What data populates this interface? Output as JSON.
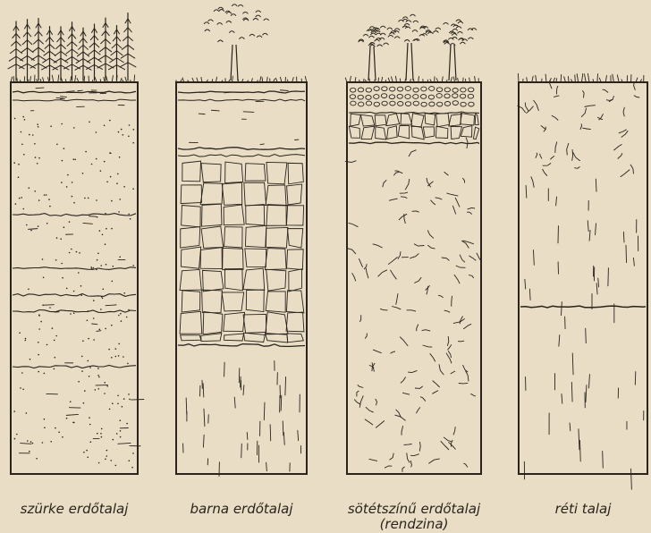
{
  "colors": {
    "paper": "#e9ddc6",
    "ink": "#2a241c"
  },
  "profiles": [
    {
      "caption": "szürke erdőtalaj",
      "subcaption": "",
      "vegetation": "conifer-forest"
    },
    {
      "caption": "barna erdőtalaj",
      "subcaption": "",
      "vegetation": "deciduous-tree"
    },
    {
      "caption": "sötétszínű erdőtalaj",
      "subcaption": "(rendzina)",
      "vegetation": "deciduous-trees"
    },
    {
      "caption": "réti talaj",
      "subcaption": "",
      "vegetation": "grass"
    }
  ]
}
